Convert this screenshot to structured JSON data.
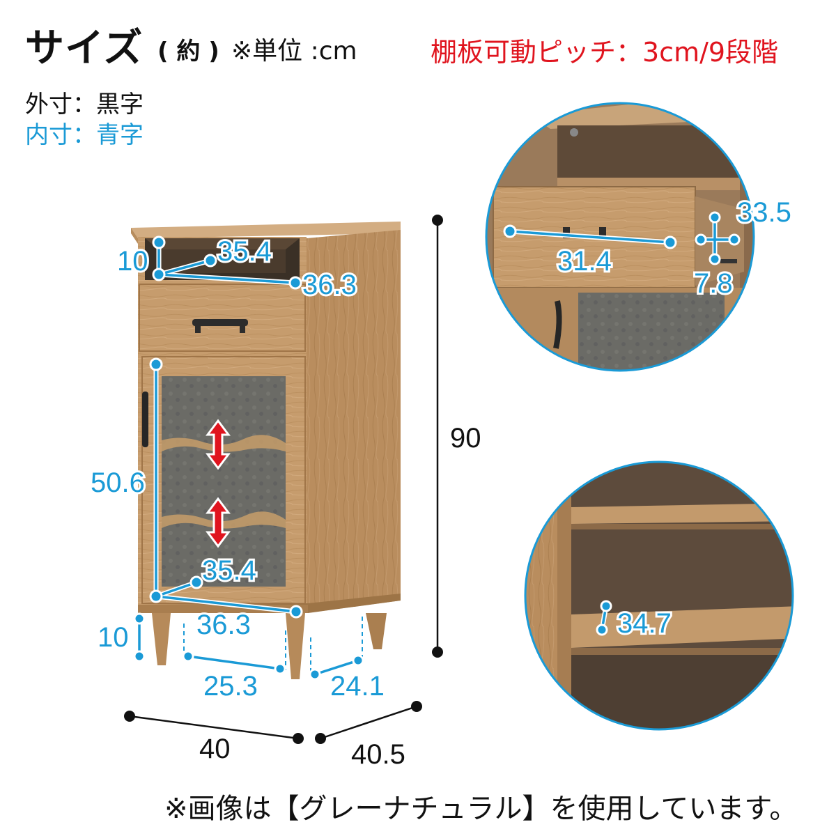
{
  "header": {
    "title": "サイズ",
    "approx": "( 約 )",
    "unit": "※単位 :cm",
    "shelf_pitch": "棚板可動ピッチ：3cm/9段階"
  },
  "legend": {
    "outer": "外寸：黒字",
    "inner": "内寸：青字"
  },
  "dimensions": {
    "outer": {
      "height": "90",
      "width": "40",
      "depth": "40.5"
    },
    "inner": {
      "top_opening_height": "10",
      "top_opening_depth": "35.4",
      "top_opening_width": "36.3",
      "cabinet_height": "50.6",
      "cabinet_depth": "35.4",
      "cabinet_width": "36.3",
      "leg_clearance": "10",
      "front_leg_gap": "25.3",
      "side_leg_gap": "24.1"
    },
    "drawer": {
      "width": "31.4",
      "depth": "33.5",
      "height": "7.8"
    },
    "shelf": {
      "depth": "34.7"
    }
  },
  "colors": {
    "inner_text": "#1a9ad6",
    "outer_text": "#111111",
    "accent_red": "#e0141e",
    "wood": "#c49a6c",
    "glass": "#6a6a66"
  },
  "footnote": "※画像は【グレーナチュラル】を使用しています。"
}
